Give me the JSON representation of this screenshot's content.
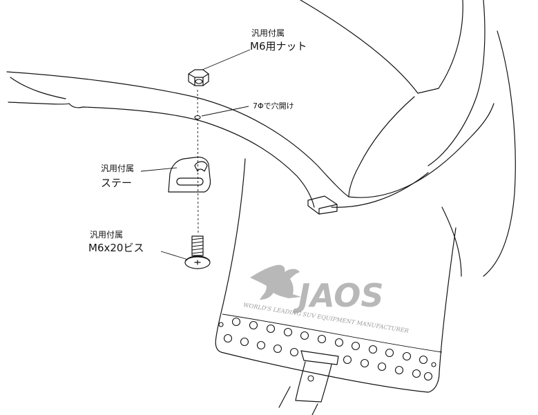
{
  "labels": {
    "nut_line1": "汎用付属",
    "nut_line2": "M6用ナット",
    "drill": "7Φで穴開け",
    "stay_line1": "汎用付属",
    "stay_line2": "ステー",
    "screw_line1": "汎用付属",
    "screw_line2": "M6x20ビス"
  },
  "logo": {
    "brand": "JAOS",
    "tagline": "WORLD'S LEADING SUV EQUIPMENT MANUFACTURER",
    "color": "#b8b8b8"
  },
  "colors": {
    "line": "#111111",
    "background": "#ffffff"
  }
}
